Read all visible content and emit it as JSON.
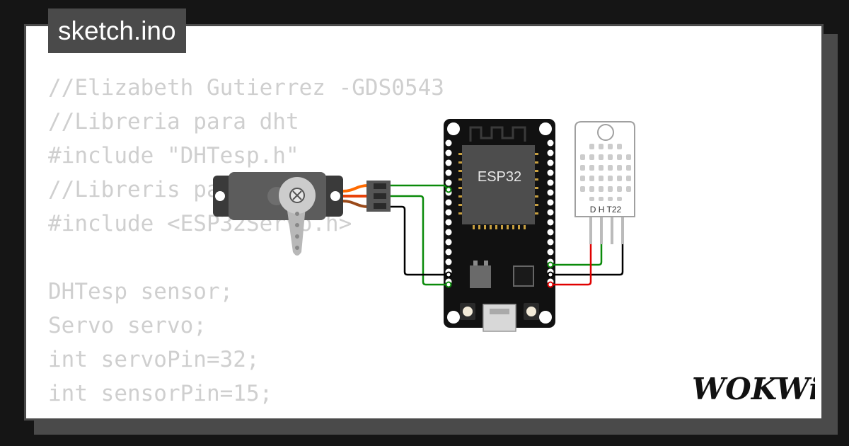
{
  "tab": {
    "title": "sketch.ino"
  },
  "code_lines": [
    "//Elizabeth Gutierrez -GDS0543",
    "//Libreria para dht",
    "#include \"DHTesp.h\"",
    "//Libreris para servo",
    "#include <ESP32Servo.h>",
    "",
    "DHTesp sensor;",
    "Servo servo;",
    "int servoPin=32;",
    "int sensorPin=15;"
  ],
  "components": {
    "esp32_label": "ESP32",
    "dht_label": "D H T22"
  },
  "brand": {
    "logo": "WOKWi"
  },
  "colors": {
    "background": "#151515",
    "card": "#ffffff",
    "frame": "#4a4a4a",
    "code_text": "#cfcfcf",
    "wire_green": "#0a8a0a",
    "wire_red": "#e00000",
    "wire_black": "#000000",
    "servo_orange": "#ff6a00",
    "servo_red": "#e8420a",
    "servo_brown": "#9a4a1a"
  }
}
